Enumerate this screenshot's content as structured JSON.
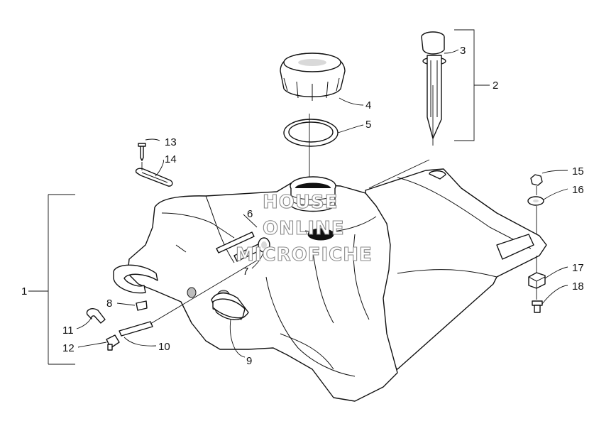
{
  "callouts": [
    {
      "id": "1",
      "label": "1"
    },
    {
      "id": "2",
      "label": "2"
    },
    {
      "id": "3",
      "label": "3"
    },
    {
      "id": "4",
      "label": "4"
    },
    {
      "id": "5",
      "label": "5"
    },
    {
      "id": "6",
      "label": "6"
    },
    {
      "id": "7",
      "label": "7"
    },
    {
      "id": "8",
      "label": "8"
    },
    {
      "id": "9",
      "label": "9"
    },
    {
      "id": "10",
      "label": "10"
    },
    {
      "id": "11",
      "label": "11"
    },
    {
      "id": "12",
      "label": "12"
    },
    {
      "id": "13",
      "label": "13"
    },
    {
      "id": "14",
      "label": "14"
    },
    {
      "id": "15",
      "label": "15"
    },
    {
      "id": "16",
      "label": "16"
    },
    {
      "id": "17",
      "label": "17"
    },
    {
      "id": "18",
      "label": "18"
    }
  ],
  "watermark": {
    "line1": "HOUSE",
    "line2": "ONLINE",
    "line3": "MICROFICHE"
  }
}
